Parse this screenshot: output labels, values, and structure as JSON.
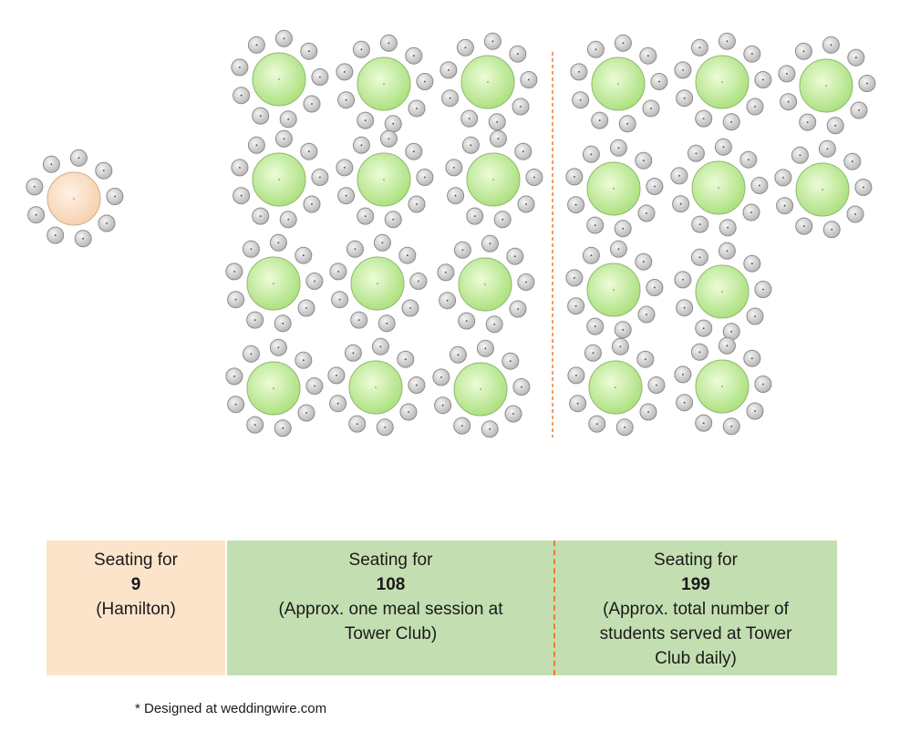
{
  "colors": {
    "table_green": "#c6f0a4",
    "table_green_stroke": "#8fb86e",
    "table_peach": "#fbdcc1",
    "table_peach_stroke": "#cfae8e",
    "chair_fill": "#d3d3d3",
    "chair_stroke": "#8c8c8c",
    "divider_orange": "#ee7b2f"
  },
  "legend": {
    "hamilton": {
      "label": "Seating for",
      "count": "9",
      "note": "(Hamilton)"
    },
    "meal": {
      "label": "Seating for",
      "count": "108",
      "note1": "(Approx. one meal session at",
      "note2": "Tower Club)"
    },
    "total": {
      "label": "Seating for",
      "count": "199",
      "note1": "(Approx. total number of",
      "note2": "students served at Tower",
      "note3": "Club daily)"
    }
  },
  "footnote": "* Designed at weddingwire.com"
}
